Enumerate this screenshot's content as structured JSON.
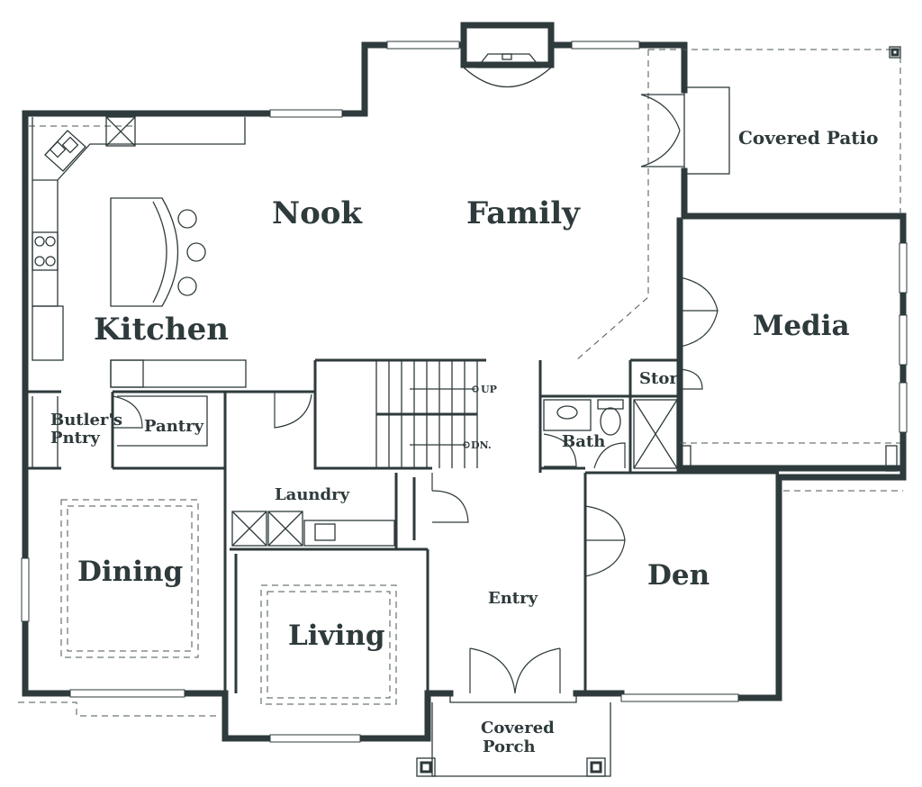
{
  "rooms": {
    "nook": "Nook",
    "family": "Family",
    "covered_patio": "Covered Patio",
    "kitchen": "Kitchen",
    "media": "Media",
    "stor": "Stor.",
    "butlers_pantry_line1": "Butler's",
    "butlers_pantry_line2": "Pntry",
    "pantry": "Pantry",
    "bath": "Bath",
    "laundry": "Laundry",
    "dining": "Dining",
    "living": "Living",
    "entry": "Entry",
    "den": "Den",
    "covered_porch_line1": "Covered",
    "covered_porch_line2": "Porch"
  },
  "stairs": {
    "up_label": "UP",
    "down_label": "DN."
  },
  "colors": {
    "ink": "#2e3a3b",
    "paper": "#ffffff"
  }
}
